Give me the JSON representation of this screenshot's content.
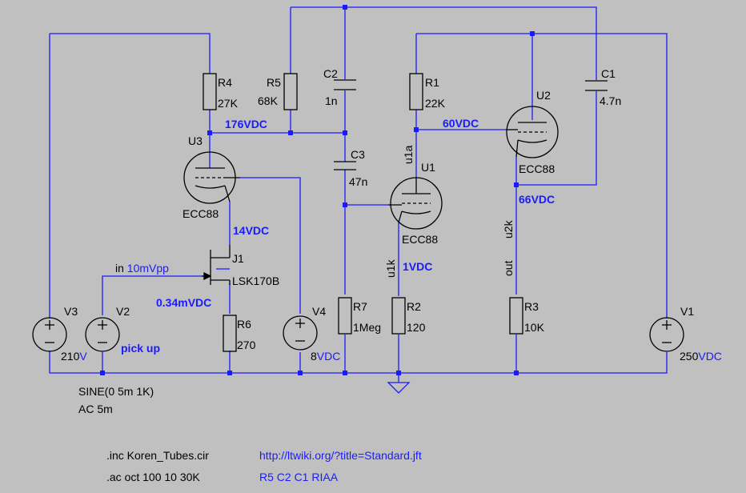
{
  "components": {
    "r4": {
      "name": "R4",
      "value": "27K"
    },
    "r5": {
      "name": "R5",
      "value": "68K"
    },
    "c2": {
      "name": "C2",
      "value": "1n"
    },
    "r1": {
      "name": "R1",
      "value": "22K"
    },
    "u2": {
      "name": "U2",
      "model": "ECC88"
    },
    "c1": {
      "name": "C1",
      "value": "4.7n"
    },
    "u3": {
      "name": "U3",
      "model": "ECC88"
    },
    "c3": {
      "name": "C3",
      "value": "47n"
    },
    "u1": {
      "name": "U1",
      "model": "ECC88"
    },
    "j1": {
      "name": "J1",
      "model": "LSK170B"
    },
    "r6": {
      "name": "R6",
      "value": "270"
    },
    "r7": {
      "name": "R7",
      "value": "1Meg"
    },
    "r2": {
      "name": "R2",
      "value": "120"
    },
    "r3": {
      "name": "R3",
      "value": "10K"
    },
    "v3": {
      "name": "V3",
      "value": "210",
      "unit": "V"
    },
    "v2": {
      "name": "V2",
      "label": "pick up"
    },
    "v4": {
      "name": "V4",
      "value": "8",
      "unit": "VDC"
    },
    "v1": {
      "name": "V1",
      "value": "250",
      "unit": "VDC"
    }
  },
  "nets": {
    "v176": "176VDC",
    "v60": "60VDC",
    "v66": "66VDC",
    "v14": "14VDC",
    "v1": "1VDC",
    "v034": "0.34mVDC",
    "in_prefix": "in",
    "in_amp": "10mVpp",
    "u1a": "u1a",
    "u1k": "u1k",
    "u2k": "u2k",
    "out": "out"
  },
  "source_spec": {
    "line1": "SINE(0 5m 1K)",
    "line2": "AC 5m"
  },
  "directives": {
    "inc": ".inc Koren_Tubes.cir",
    "ac": ".ac oct 100 10 30K",
    "link": "http://ltwiki.org/?title=Standard.jft",
    "riaa": "R5 C2 C1 RIAA"
  },
  "colors": {
    "background": "#c0c0c0",
    "wire": "#1a1aff",
    "component": "#000000",
    "net_label": "#1a1aff"
  }
}
